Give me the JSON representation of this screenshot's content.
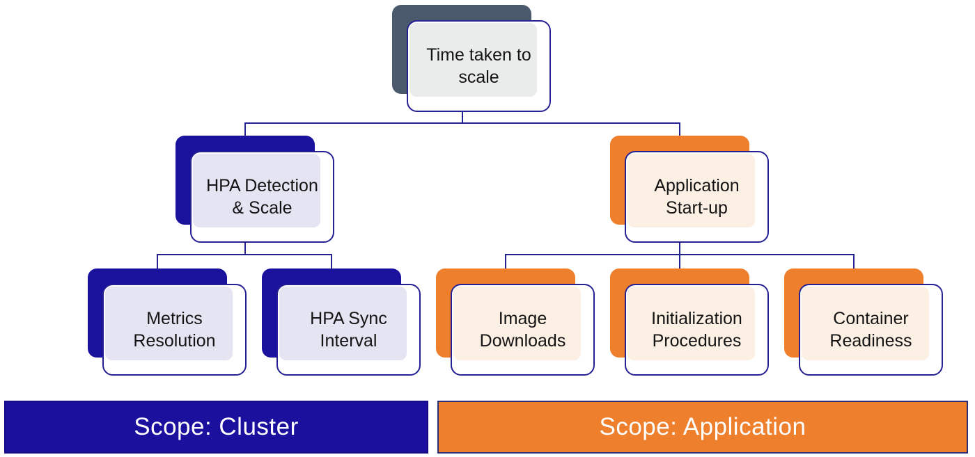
{
  "colors": {
    "navy": "#1a119c",
    "orange": "#ee7f2d",
    "slate_gray": "#4a5a6c",
    "lavender_fill": "#e5e4f2",
    "peach_fill": "#fcefe4",
    "gray_fill": "#eaeceb",
    "outline_navy": "#252192",
    "banner_blue": "#1b109e",
    "banner_text": "#ffffff"
  },
  "tree": {
    "root": {
      "label": "Time taken to scale",
      "lines": [
        "Time taken to",
        "scale"
      ]
    },
    "cluster_branch": {
      "label": "HPA Detection & Scale",
      "lines": [
        "HPA Detection",
        "& Scale"
      ],
      "children": [
        {
          "label": "Metrics Resolution",
          "lines": [
            "Metrics",
            "Resolution"
          ]
        },
        {
          "label": "HPA Sync Interval",
          "lines": [
            "HPA Sync",
            "Interval"
          ]
        }
      ]
    },
    "application_branch": {
      "label": "Application Start-up",
      "lines": [
        "Application",
        "Start-up"
      ],
      "children": [
        {
          "label": "Image Downloads",
          "lines": [
            "Image",
            "Downloads"
          ]
        },
        {
          "label": "Initialization Procedures",
          "lines": [
            "Initialization",
            "Procedures"
          ]
        },
        {
          "label": "Container Readiness",
          "lines": [
            "Container",
            "Readiness"
          ]
        }
      ]
    }
  },
  "banners": {
    "cluster": {
      "label": "Scope: Cluster"
    },
    "application": {
      "label": "Scope: Application"
    }
  }
}
